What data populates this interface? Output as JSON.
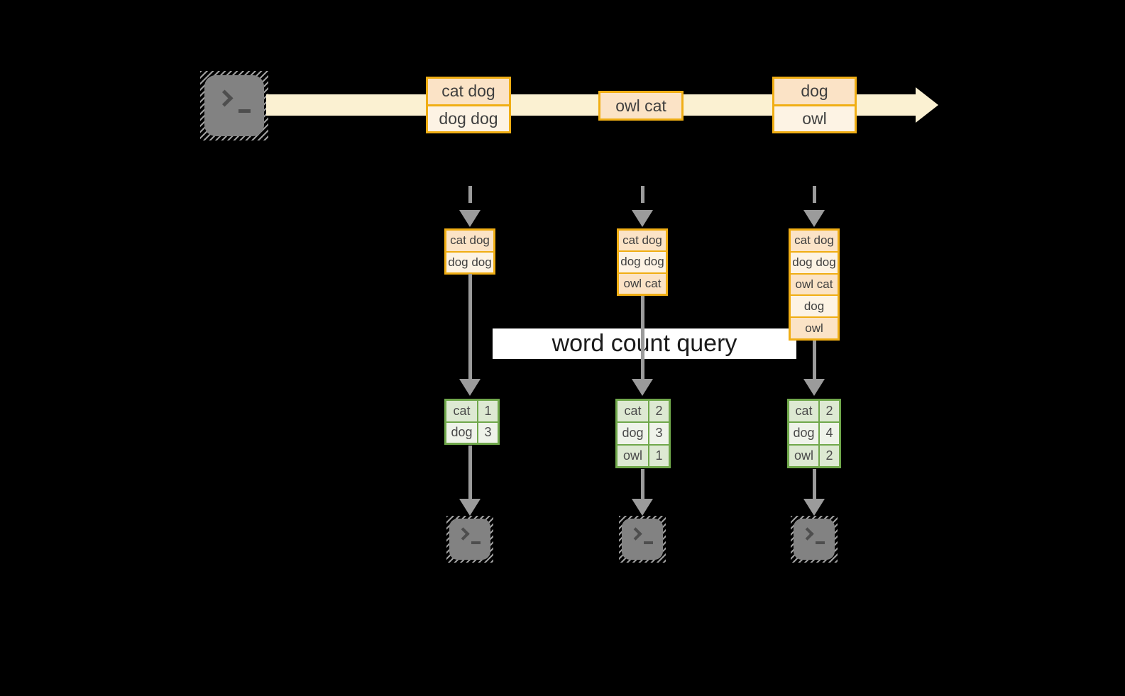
{
  "query_label": "word count query",
  "colors": {
    "band": "#fbf1d2",
    "box-border": "#f0ae14",
    "box-fill-a": "#fbe3c6",
    "box-fill-b": "#fdf3e4",
    "green-border": "#70a84b",
    "green-fill-a": "#dde9d2",
    "green-fill-b": "#eff3ea",
    "arrow": "#9b9b9b",
    "terminal": "#828282",
    "label-bg": "#ffffff",
    "text": "#3f3f3f"
  },
  "stream_batches": [
    {
      "rows": [
        "cat dog",
        "dog dog"
      ]
    },
    {
      "rows": [
        "owl cat"
      ]
    },
    {
      "rows": [
        "dog",
        "owl"
      ]
    }
  ],
  "columns": [
    {
      "queue": [
        "cat dog",
        "dog dog"
      ],
      "counts": [
        {
          "word": "cat",
          "count": "1"
        },
        {
          "word": "dog",
          "count": "3"
        }
      ]
    },
    {
      "queue": [
        "cat dog",
        "dog dog",
        "owl cat"
      ],
      "counts": [
        {
          "word": "cat",
          "count": "2"
        },
        {
          "word": "dog",
          "count": "3"
        },
        {
          "word": "owl",
          "count": "1"
        }
      ]
    },
    {
      "queue": [
        "cat dog",
        "dog dog",
        "owl cat",
        "dog",
        "owl"
      ],
      "counts": [
        {
          "word": "cat",
          "count": "2"
        },
        {
          "word": "dog",
          "count": "4"
        },
        {
          "word": "owl",
          "count": "2"
        }
      ]
    }
  ]
}
